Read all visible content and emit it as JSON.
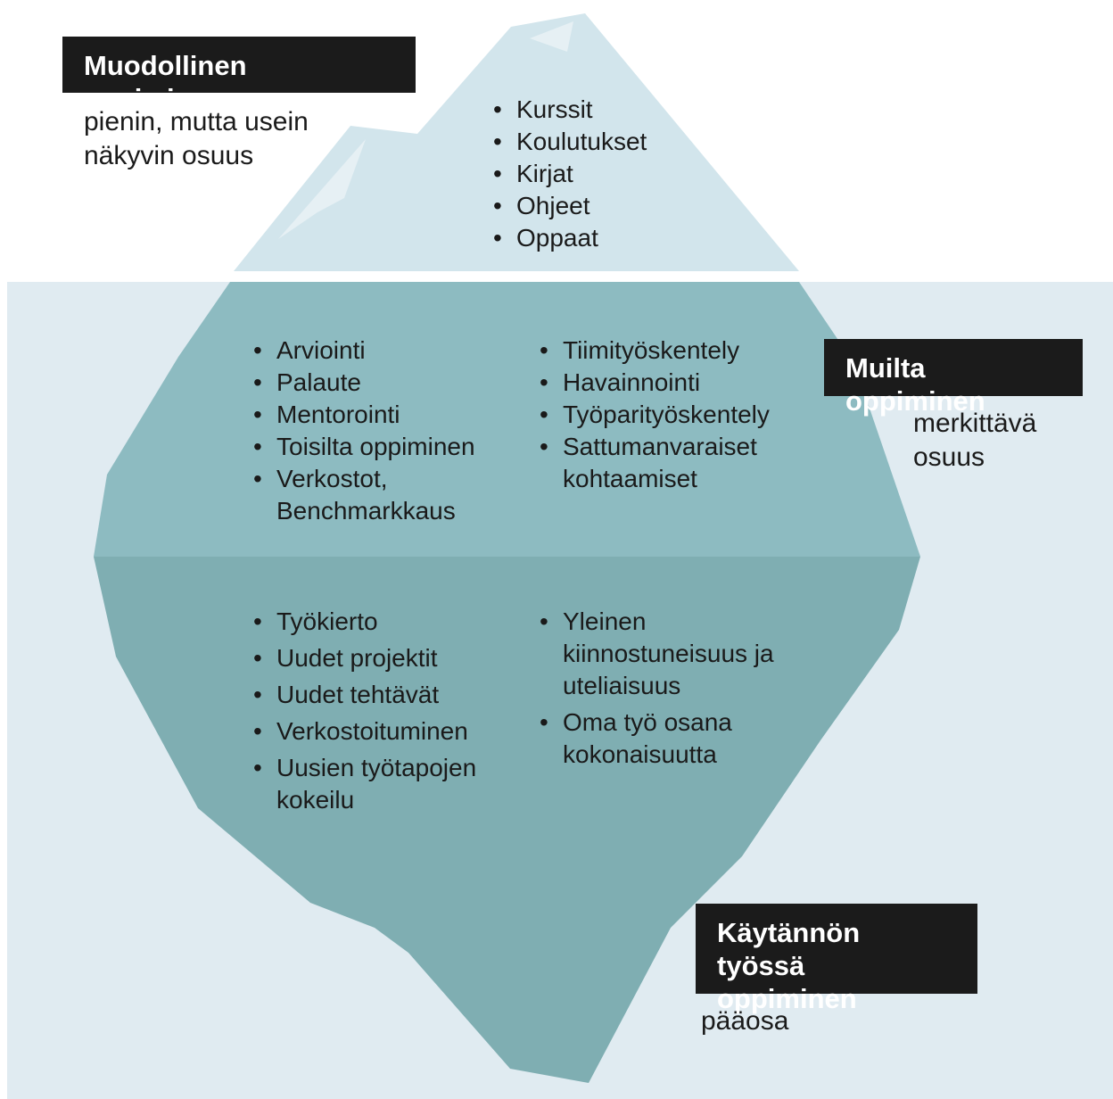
{
  "colors": {
    "water": "#e0ebf1",
    "ice_top": "#d2e5ec",
    "ice_top_highlight": "#e6f0f4",
    "ice_middle": "#8dbbc1",
    "ice_bottom": "#7faeb2",
    "label_background": "#1b1b1b",
    "label_text": "#ffffff"
  },
  "formal": {
    "heading": "Muodollinen oppiminen",
    "caption": "pienin, mutta usein\nnäkyvin osuus",
    "items": [
      "Kurssit",
      "Koulutukset",
      "Kirjat",
      "Ohjeet",
      "Oppaat"
    ]
  },
  "social": {
    "heading": "Muilta oppiminen",
    "caption": "merkittävä\nosuus",
    "items_left": [
      "Arviointi",
      "Palaute",
      "Mentorointi",
      "Toisilta oppiminen",
      "Verkostot,\nBenchmarkkaus"
    ],
    "items_right": [
      "Tiimityöskentely",
      "Havainnointi",
      "Työparityöskentely",
      "Sattumanvaraiset\nkohtaamiset"
    ]
  },
  "practice": {
    "heading": "Käytännön työssä\noppiminen",
    "caption": "pääosa",
    "items_left": [
      "Työkierto",
      "Uudet projektit",
      "Uudet tehtävät",
      "Verkostoituminen",
      "Uusien työtapojen\nkokeilu"
    ],
    "items_right": [
      "Yleinen\nkiinnostuneisuus ja\nuteliaisuus",
      "Oma työ osana\nkokonaisuutta"
    ]
  }
}
